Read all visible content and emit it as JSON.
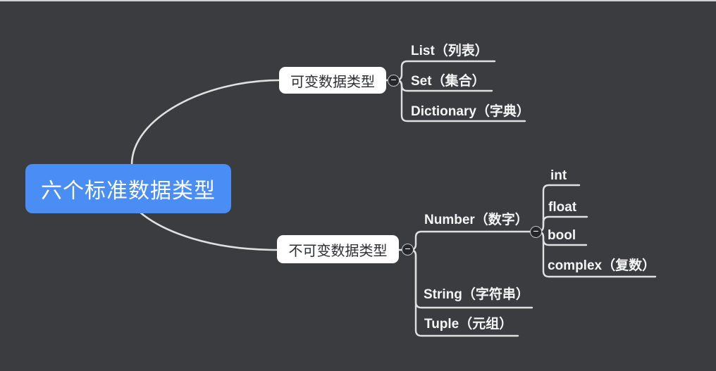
{
  "diagram": {
    "type": "mindmap",
    "root": {
      "label": "六个标准数据类型"
    },
    "branches": {
      "mutable": {
        "label": "可变数据类型",
        "children": [
          {
            "label": "List（列表）"
          },
          {
            "label": "Set（集合）"
          },
          {
            "label": "Dictionary（字典）"
          }
        ]
      },
      "immutable": {
        "label": "不可变数据类型",
        "children": [
          {
            "label": "Number（数字）",
            "children": [
              {
                "label": "int"
              },
              {
                "label": "float"
              },
              {
                "label": "bool"
              },
              {
                "label": "complex（复数）"
              }
            ]
          },
          {
            "label": "String（字符串）"
          },
          {
            "label": "Tuple（元组）"
          }
        ]
      }
    },
    "collapse_button_symbol": "−",
    "colors": {
      "background": "#3a3c3f",
      "root_fill": "#4a8df5",
      "root_text": "#ffffff",
      "branch_fill": "#ffffff",
      "branch_text": "#2e2f33",
      "leaf_text": "#f5f5f5",
      "connector": "#e0e0e0"
    }
  }
}
